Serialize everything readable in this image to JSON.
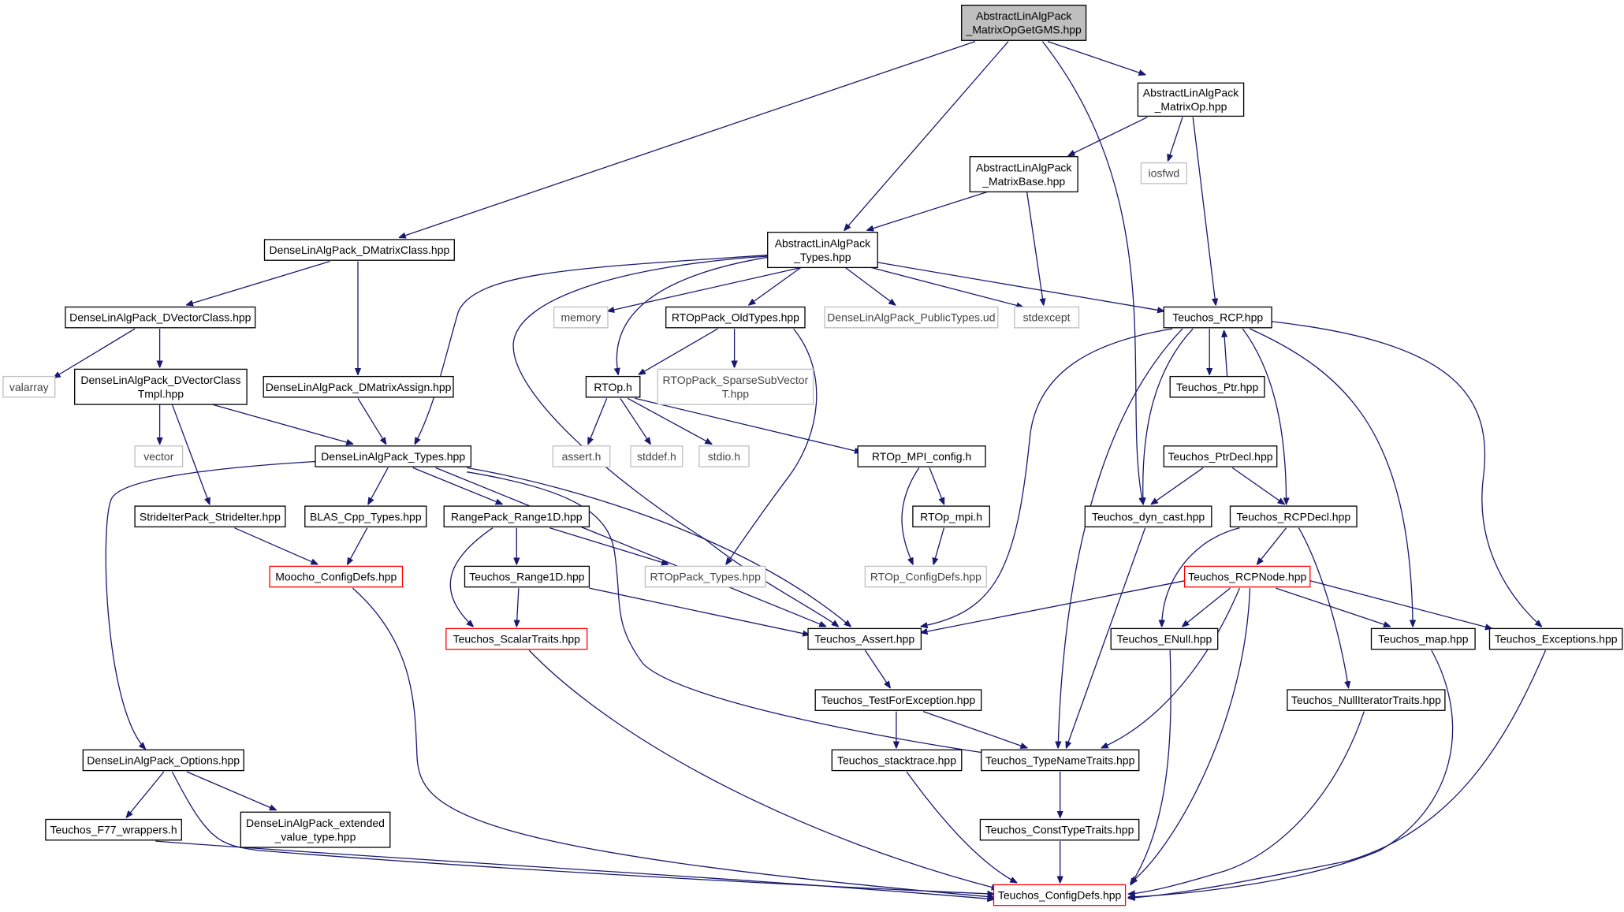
{
  "graph": {
    "title": "AbstractLinAlgPack_MatrixOpGetGMS.hpp include dependency graph",
    "colors": {
      "edge": "#191970",
      "normal_border": "#000000",
      "system_border": "#bfbfbf",
      "truncated_border": "#ff0000",
      "root_fill": "#bfbfbf"
    },
    "nodes": {
      "root": [
        "AbstractLinAlgPack",
        "_MatrixOpGetGMS.hpp"
      ],
      "matrixop": [
        "AbstractLinAlgPack",
        "_MatrixOp.hpp"
      ],
      "matrixbase": [
        "AbstractLinAlgPack",
        "_MatrixBase.hpp"
      ],
      "iosfwd": [
        "iosfwd"
      ],
      "dmatrixclass": [
        "DenseLinAlgPack_DMatrixClass.hpp"
      ],
      "alatypes": [
        "AbstractLinAlgPack",
        "_Types.hpp"
      ],
      "dvectorclass": [
        "DenseLinAlgPack_DVectorClass.hpp"
      ],
      "memory": [
        "memory"
      ],
      "rtopoldtypes": [
        "RTOpPack_OldTypes.hpp"
      ],
      "publictypes": [
        "DenseLinAlgPack_PublicTypes.ud"
      ],
      "stdexcept": [
        "stdexcept"
      ],
      "teuchosrcp": [
        "Teuchos_RCP.hpp"
      ],
      "valarray": [
        "valarray"
      ],
      "dvectortmpl": [
        "DenseLinAlgPack_DVectorClass",
        "Tmpl.hpp"
      ],
      "dmatrixassign": [
        "DenseLinAlgPack_DMatrixAssign.hpp"
      ],
      "rtoph": [
        "RTOp.h"
      ],
      "sparsesub": [
        "RTOpPack_SparseSubVector",
        "T.hpp"
      ],
      "teuchosptr": [
        "Teuchos_Ptr.hpp"
      ],
      "vector": [
        "vector"
      ],
      "dlatypes": [
        "DenseLinAlgPack_Types.hpp"
      ],
      "asserth": [
        "assert.h"
      ],
      "stddef": [
        "stddef.h"
      ],
      "stdio": [
        "stdio.h"
      ],
      "mpiconfig": [
        "RTOp_MPI_config.h"
      ],
      "ptrdecl": [
        "Teuchos_PtrDecl.hpp"
      ],
      "strideiter": [
        "StrideIterPack_StrideIter.hpp"
      ],
      "blas": [
        "BLAS_Cpp_Types.hpp"
      ],
      "range1d": [
        "RangePack_Range1D.hpp"
      ],
      "rtopmpi": [
        "RTOp_mpi.h"
      ],
      "dyncast": [
        "Teuchos_dyn_cast.hpp"
      ],
      "rcpdecl": [
        "Teuchos_RCPDecl.hpp"
      ],
      "moocho": [
        "Moocho_ConfigDefs.hpp"
      ],
      "trange1d": [
        "Teuchos_Range1D.hpp"
      ],
      "rtoppacktypes": [
        "RTOpPack_Types.hpp"
      ],
      "rtopconfigdefs": [
        "RTOp_ConfigDefs.hpp"
      ],
      "rcpnode": [
        "Teuchos_RCPNode.hpp"
      ],
      "scalartraits": [
        "Teuchos_ScalarTraits.hpp"
      ],
      "tassert": [
        "Teuchos_Assert.hpp"
      ],
      "enull": [
        "Teuchos_ENull.hpp"
      ],
      "tmap": [
        "Teuchos_map.hpp"
      ],
      "texceptions": [
        "Teuchos_Exceptions.hpp"
      ],
      "testforexc": [
        "Teuchos_TestForException.hpp"
      ],
      "nulliter": [
        "Teuchos_NullIteratorTraits.hpp"
      ],
      "options": [
        "DenseLinAlgPack_Options.hpp"
      ],
      "stacktrace": [
        "Teuchos_stacktrace.hpp"
      ],
      "typenametraits": [
        "Teuchos_TypeNameTraits.hpp"
      ],
      "f77": [
        "Teuchos_F77_wrappers.h"
      ],
      "extended": [
        "DenseLinAlgPack_extended",
        "_value_type.hpp"
      ],
      "consttypetraits": [
        "Teuchos_ConstTypeTraits.hpp"
      ],
      "tconfigdefs": [
        "Teuchos_ConfigDefs.hpp"
      ]
    }
  }
}
